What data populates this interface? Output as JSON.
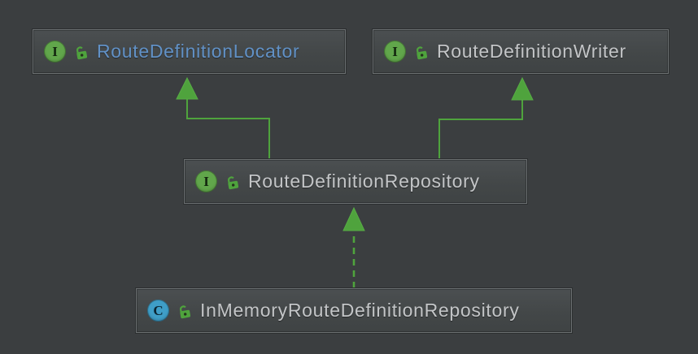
{
  "diagram": {
    "background_color": "#3b3e40",
    "edge_color": "#4fa33d",
    "nodes": [
      {
        "label": "RouteDefinitionLocator",
        "kind": "interface",
        "badge_letter": "I",
        "badge_color": "#61a64b",
        "label_color": "#6191c6"
      },
      {
        "label": "RouteDefinitionWriter",
        "kind": "interface",
        "badge_letter": "I",
        "badge_color": "#61a64b",
        "label_color": "#c3c5c7"
      },
      {
        "label": "RouteDefinitionRepository",
        "kind": "interface",
        "badge_letter": "I",
        "badge_color": "#61a64b",
        "label_color": "#c3c5c7"
      },
      {
        "label": "InMemoryRouteDefinitionRepository",
        "kind": "class",
        "badge_letter": "C",
        "badge_color": "#3f9ec7",
        "label_color": "#c3c5c7"
      }
    ],
    "edges": [
      {
        "from": "RouteDefinitionRepository",
        "to": "RouteDefinitionLocator",
        "relation": "extends",
        "line_style": "solid"
      },
      {
        "from": "RouteDefinitionRepository",
        "to": "RouteDefinitionWriter",
        "relation": "extends",
        "line_style": "solid"
      },
      {
        "from": "InMemoryRouteDefinitionRepository",
        "to": "RouteDefinitionRepository",
        "relation": "implements",
        "line_style": "dashed"
      }
    ]
  }
}
